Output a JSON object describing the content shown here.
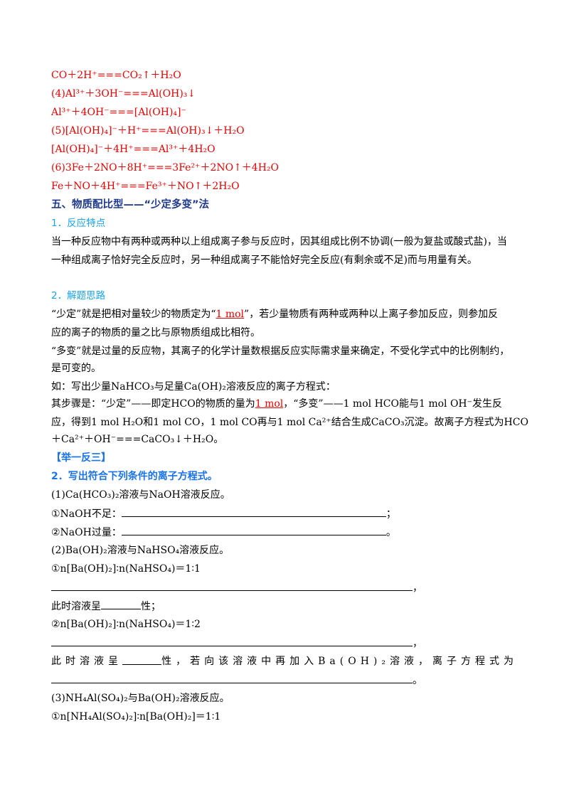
{
  "answers": {
    "a1": "CO＋2H⁺===CO₂↑＋H₂O",
    "a2": "(4)Al³⁺＋3OH⁻===Al(OH)₃↓",
    "a3": "Al³⁺＋4OH⁻===[Al(OH)₄]⁻",
    "a4": "(5)[Al(OH)₄]⁻＋H⁺===Al(OH)₃↓＋H₂O",
    "a5": "[Al(OH)₄]⁻＋4H⁺===Al³⁺＋4H₂O",
    "a6": "(6)3Fe＋2NO＋8H⁺===3Fe²⁺＋2NO↑＋4H₂O",
    "a7": "Fe＋NO＋4H⁺===Fe³⁺＋NO↑＋2H₂O"
  },
  "section": {
    "title": "五、物质配比型——“少定多变”法",
    "sub1": "1．反应特点",
    "p1_line1": "当一种反应物中有两种或两种以上组成离子参与反应时，因其组成比例不协调(一般为复盐或酸式盐)，当",
    "p1_line2": "一种组成离子恰好完全反应时，另一种组成离子不能恰好完全反应(有剩余或不足)而与用量有关。",
    "sub2": "2．解题思路",
    "p2_pre": "“少定”就是把相对量较少的物质定为“",
    "p2_mol": "1 mol",
    "p2_post": "”，若少量物质有两种或两种以上离子参加反应，则参加反",
    "p2_line2": "应的离子的物质的量之比与原物质组成比相符。",
    "p3_line1": "“多变”就是过量的反应物，其离子的化学计量数根据反应实际需求量来确定，不受化学式中的比例制约，",
    "p3_line2": "是可变的。",
    "ex_line": "如：写出少量NaHCO₃与足量Ca(OH)₂溶液反应的离子方程式：",
    "steps_pre": "其步骤是：“少定”——即定HCO的物质的量为",
    "steps_mol": "1 mol",
    "steps_post": "，“多变”——1 mol HCO能与1 mol OH⁻发生反",
    "steps_line2": "应，得到1 mol H₂O和1 mol CO，1 mol CO再与1 mol Ca²⁺结合生成CaCO₃沉淀。故离子方程式为HCO",
    "steps_line3": "＋Ca²⁺＋OH⁻===CaCO₃↓＋H₂O。"
  },
  "practice": {
    "header": "【举一反三】",
    "q_title": "2．写出符合下列条件的离子方程式。",
    "q1": "(1)Ca(HCO₃)₂溶液与NaOH溶液反应。",
    "q1a": "①NaOH不足：",
    "q1a_end": "；",
    "q1b": "②NaOH过量：",
    "q1b_end": "。",
    "q2": "(2)Ba(OH)₂溶液与NaHSO₄溶液反应。",
    "q2a": "①n[Ba(OH)₂]∶n(NaHSO₄)＝1∶1",
    "comma": "，",
    "q2a_state_pre": "此时溶液呈",
    "q2a_state_post": "性；",
    "q2b": "②n[Ba(OH)₂]∶n(NaHSO₄)＝1∶2",
    "q2b_state_pre": "此时溶液呈",
    "q2b_state_mid": "性，若向该溶液中再加入Ba(OH)₂溶液，离子方程式为",
    "period": "。",
    "q3": "(3)NH₄Al(SO₄)₂与Ba(OH)₂溶液反应。",
    "q3a": "①n[NH₄Al(SO₄)₂]∶n[Ba(OH)₂]＝1∶1"
  }
}
